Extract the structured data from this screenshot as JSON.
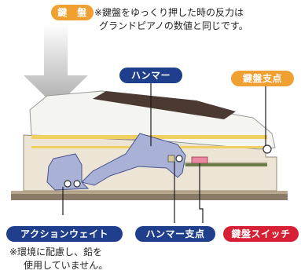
{
  "labels": {
    "keyboard": "鍵　盤",
    "hammer": "ハンマー",
    "key_fulcrum": "鍵盤支点",
    "action_weight": "アクションウェイト",
    "hammer_fulcrum": "ハンマー支点",
    "key_switch": "鍵盤スイッチ"
  },
  "notes": {
    "top_line1": "※鍵盤をゆっくり押した時の反力は",
    "top_line2": "グランドピアノの数値と同じです。",
    "bottom_line1": "※環境に配慮し、鉛を",
    "bottom_line2": "使用していません。"
  },
  "colors": {
    "keyboard_pill": "#f0a030",
    "navy_pill": "#1f3f8c",
    "key_fulcrum_pill": "#f0a030",
    "key_switch_pill": "#d62035",
    "hammer_part": "#a9b2d6",
    "key_body": "#f2f2ee",
    "key_top": "#4a3a32",
    "frame": "#ece5d6",
    "base": "#8a7a68",
    "arrow": "#b4b4b4",
    "leader": "#1a1a1a"
  },
  "icons": {
    "down_arrow": "down-arrow-icon"
  }
}
